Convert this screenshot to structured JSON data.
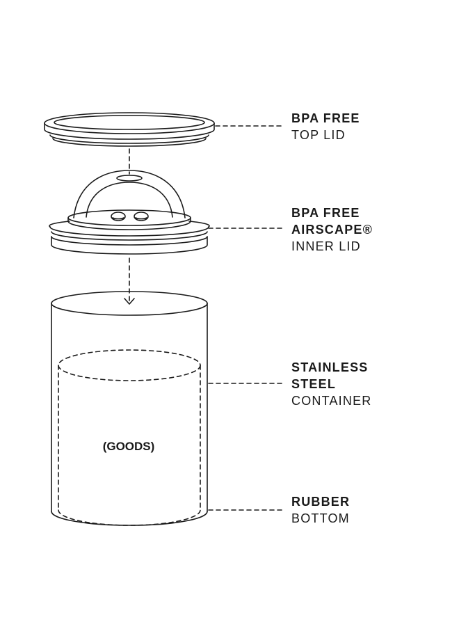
{
  "labels": {
    "top_lid": {
      "line1": "BPA FREE",
      "line2": "TOP LID"
    },
    "inner_lid": {
      "line1": "BPA FREE",
      "line2": "AIRSCAPE®",
      "line3": "INNER LID"
    },
    "container": {
      "line1": "STAINLESS",
      "line2": "STEEL",
      "line3": "CONTAINER"
    },
    "bottom": {
      "line1": "RUBBER",
      "line2": "BOTTOM"
    }
  },
  "contents_label": "(GOODS)",
  "colors": {
    "stroke": "#1a1a1a",
    "background": "#ffffff"
  }
}
